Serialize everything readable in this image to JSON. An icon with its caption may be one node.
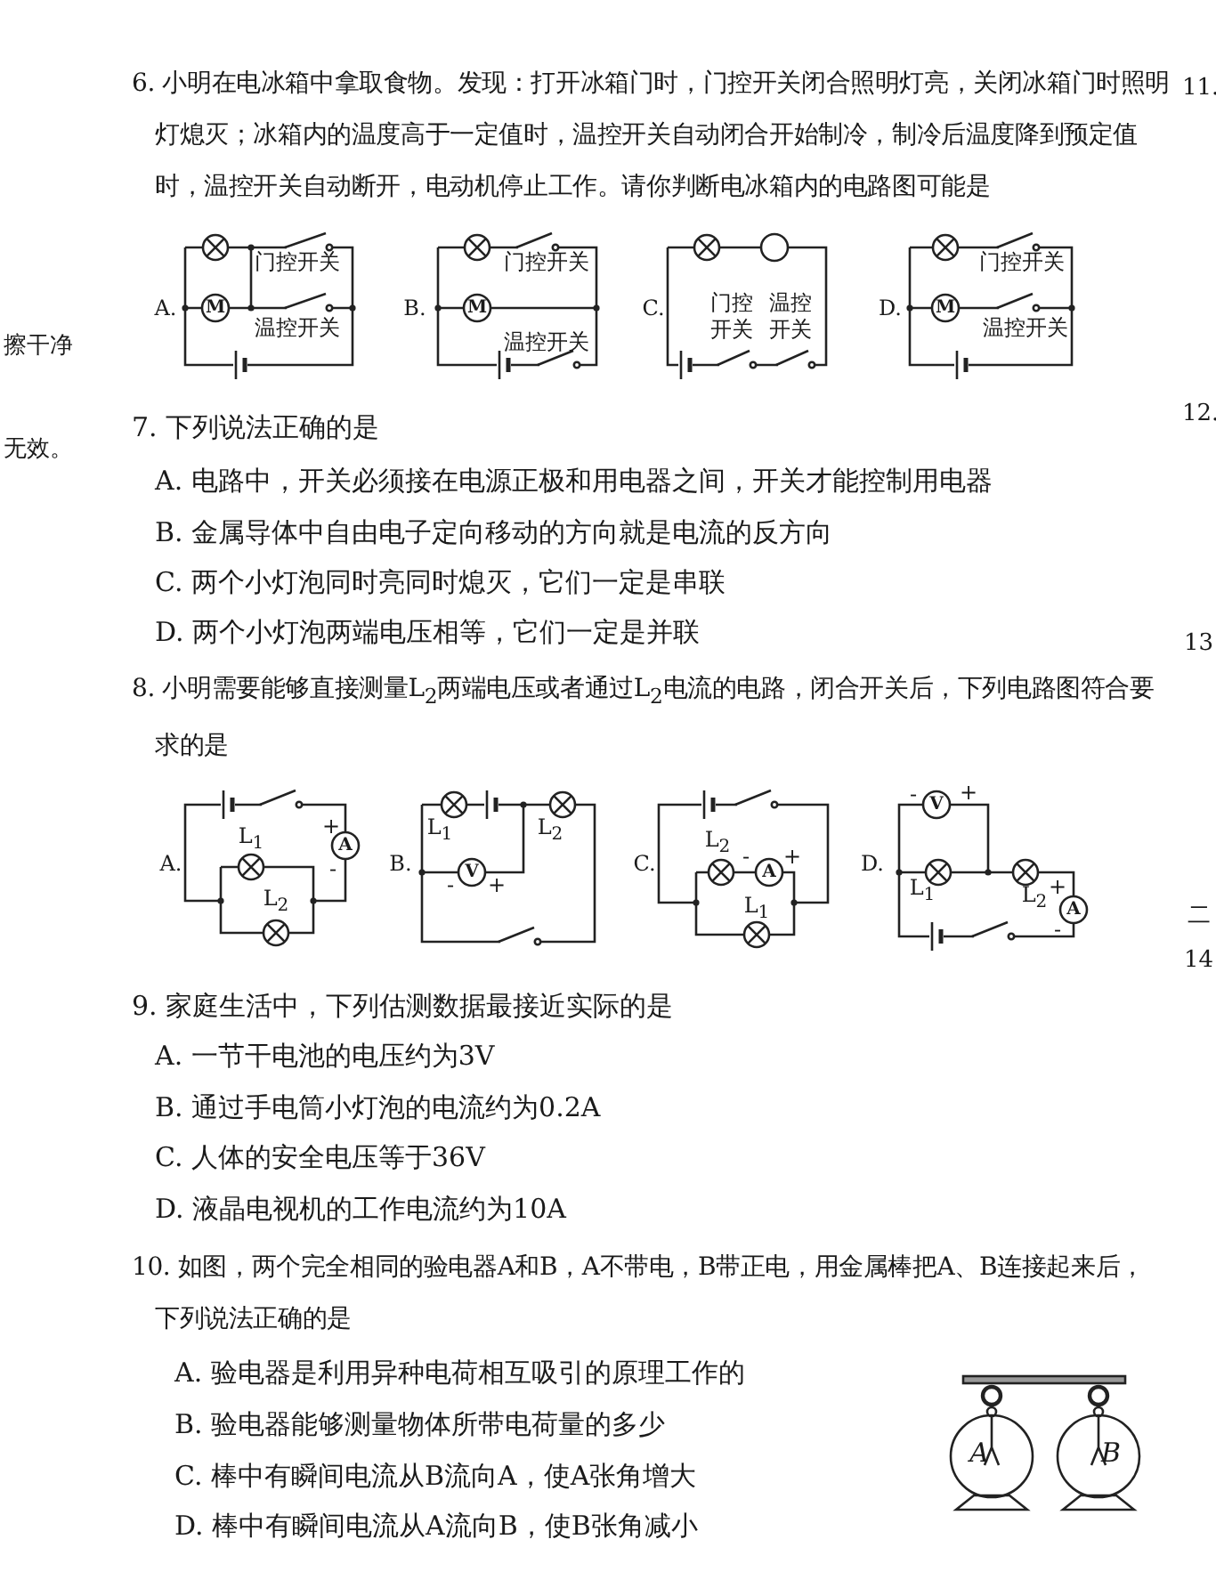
{
  "diagram": {
    "labels": [
      "6. 小明在电冰箱中拿取食物。发现：打开冰箱门时，门控开关闭合照明灯亮，关闭冰箱门时照明灯熄灭；冰箱内的温度高于一定值时，温控开关自动闭合开始制冷，制冷后温度降到预定值时，温控开关自动断开，电动机停止工作。请你判断电冰箱内的电路图可能是",
      "A.",
      "M",
      "门控开关",
      "温控开关",
      "B.",
      "M",
      "门控开关",
      "温控开关",
      "C.",
      "门控开关",
      "温控开关",
      "D.",
      "M",
      "门控开关",
      "温控开关",
      "7. 下列说法正确的是",
      "A. 电路中，开关必须接在电源正极和用电器之间，开关才能控制用电器",
      "B. 金属导体中自由电子定向移动的方向就是电流的反方向",
      "C. 两个小灯泡同时亮同时熄灭，它们一定是串联",
      "D. 两个小灯泡两端电压相等，它们一定是并联",
      "8. 小明需要能够直接测量L$_{2}$两端电压或者通过L$_{2}$电流的电路，闭合开关后，下列电路图符合要求的是",
      "A.",
      "L$_{1}$",
      "L$_{2}$",
      "+",
      "A",
      "-",
      "B.",
      "L$_{1}$",
      "L$_{2}$",
      "-",
      "V",
      "+",
      "C.",
      "L$_{2}$",
      "-",
      "A",
      "+",
      "L$_{1}$",
      "D.",
      "-",
      "V",
      "+",
      "L$_{1}$",
      "L$_{2}$",
      "+",
      "A",
      "-",
      "9. 家庭生活中，下列估测数据最接近实际的是",
      "A. 一节干电池的电压约为3V",
      "B. 通过手电筒小灯泡的电流约为0.2A",
      "C. 人体的安全电压等于36V",
      "D. 液晶电视机的工作电流约为10A",
      "10. 如图，两个完全相同的验电器A和B，A不带电，B带正电，用金属棒把A、B连接起来后，下列说法正确的是",
      "A. 验电器是利用异种电荷相互吸引的原理工作的",
      "B. 验电器能够测量物体所带电荷量的多少",
      "C. 棒中有瞬间电流从B流向A，使A张角增大",
      "D. 棒中有瞬间电流从A流向B，使B张角减小",
      "A",
      "B",
      "擦干净",
      "无效。",
      "11.",
      "12.",
      "13",
      "二",
      "14"
    ]
  }
}
